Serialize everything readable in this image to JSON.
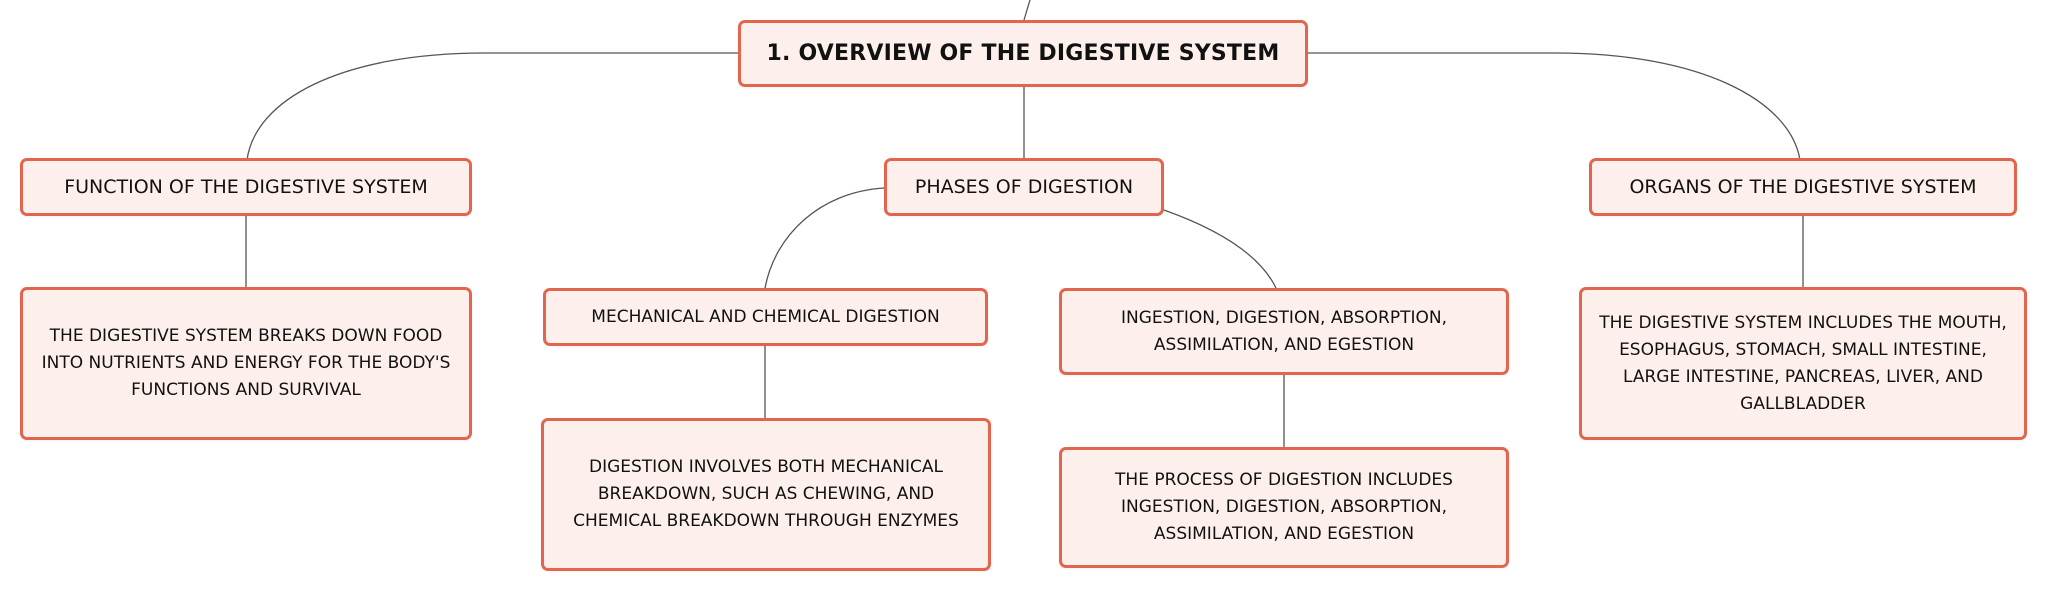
{
  "diagram": {
    "root": {
      "label": "1. OVERVIEW OF THE DIGESTIVE SYSTEM"
    },
    "branches": [
      {
        "label": "FUNCTION OF THE DIGESTIVE SYSTEM",
        "children": [
          {
            "label": "THE DIGESTIVE SYSTEM BREAKS DOWN FOOD INTO NUTRIENTS AND ENERGY FOR THE BODY'S FUNCTIONS AND SURVIVAL"
          }
        ]
      },
      {
        "label": "PHASES OF DIGESTION",
        "children": [
          {
            "label": "MECHANICAL AND CHEMICAL DIGESTION",
            "children": [
              {
                "label": "DIGESTION INVOLVES BOTH MECHANICAL BREAKDOWN, SUCH AS CHEWING, AND CHEMICAL BREAKDOWN THROUGH ENZYMES"
              }
            ]
          },
          {
            "label": "INGESTION, DIGESTION, ABSORPTION, ASSIMILATION, AND EGESTION",
            "children": [
              {
                "label": "THE PROCESS OF DIGESTION INCLUDES INGESTION, DIGESTION, ABSORPTION, ASSIMILATION, AND EGESTION"
              }
            ]
          }
        ]
      },
      {
        "label": "ORGANS OF THE DIGESTIVE SYSTEM",
        "children": [
          {
            "label": "THE DIGESTIVE SYSTEM INCLUDES THE MOUTH, ESOPHAGUS, STOMACH, SMALL INTESTINE, LARGE INTESTINE, PANCREAS, LIVER, AND GALLBLADDER"
          }
        ]
      }
    ]
  },
  "colors": {
    "node_border": "#e2654d",
    "node_fill": "#fdf0ec",
    "connector": "#555555",
    "text": "#111111"
  }
}
